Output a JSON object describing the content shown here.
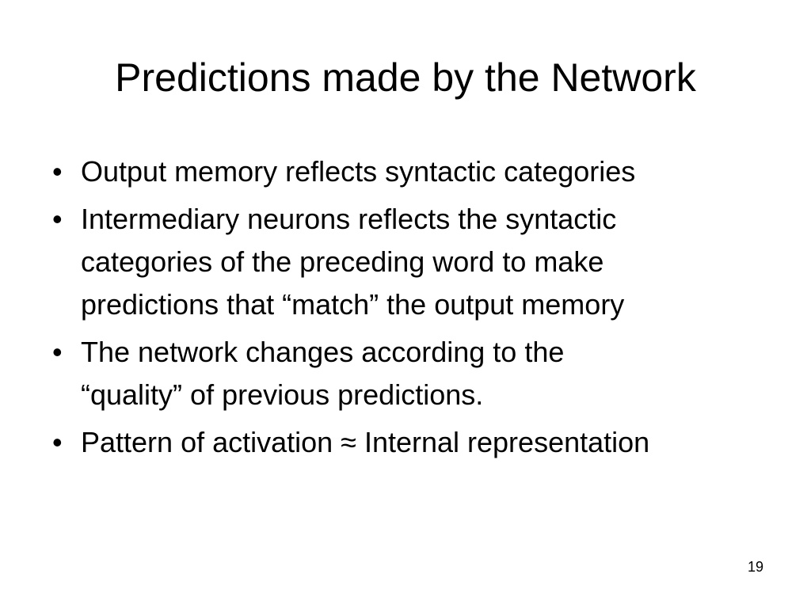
{
  "slide": {
    "title": "Predictions made by the Network",
    "bullet_symbol": "•",
    "bullets": [
      {
        "lines": [
          "Output memory reflects syntactic categories"
        ]
      },
      {
        "lines": [
          "Intermediary neurons reflects the syntactic",
          "categories of the preceding word to make",
          "predictions that “match” the output memory"
        ]
      },
      {
        "lines": [
          "The network changes according to the",
          "“quality” of previous predictions."
        ]
      },
      {
        "lines": [
          "Pattern of activation ≈ Internal representation"
        ]
      }
    ],
    "page_number": "19"
  }
}
